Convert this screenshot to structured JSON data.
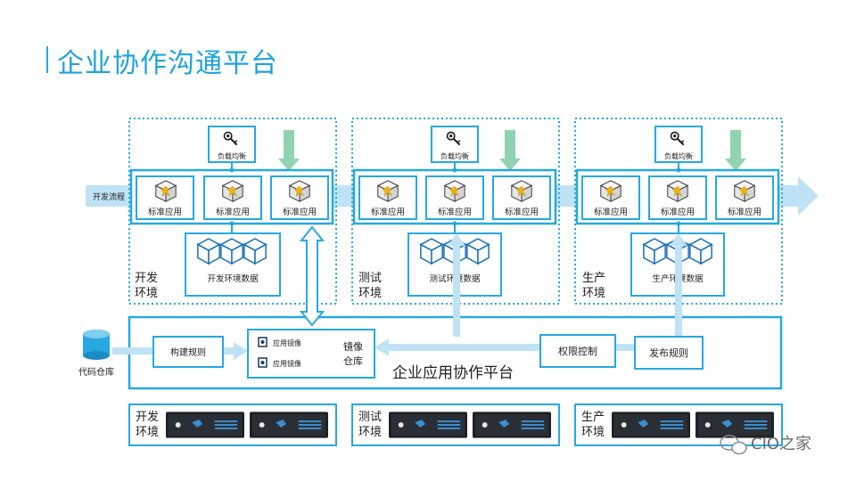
{
  "title": "企业协作沟通平台",
  "colors": {
    "accent": "#27a8e0",
    "arrow": "#bfe3f4",
    "green": "#8fd3b0",
    "server": "#1e2228",
    "cube_line": "#1a6fb8"
  },
  "icons": {
    "load_balancer": "key-gear-icon",
    "app": "gold-cube-icon",
    "data": "blue-cubes-icon",
    "repo": "database-cylinder-icon",
    "server": "rack-server-icon"
  },
  "flow_label": "开发流程",
  "load_balancer_label": "负载均衡",
  "app_label": "标准应用",
  "environments": [
    {
      "name_line1": "开发",
      "name_line2": "环境",
      "data_label": "开发环境数据"
    },
    {
      "name_line1": "测试",
      "name_line2": "环境",
      "data_label": "测试环境数据"
    },
    {
      "name_line1": "生产",
      "name_line2": "环境",
      "data_label": "生产环境数据"
    }
  ],
  "platform": {
    "title": "企业应用协作平台",
    "repo_label": "代码仓库",
    "build_rules": "构建规则",
    "image_item1": "应用镜像",
    "image_item2": "应用镜像",
    "image_repo_line1": "镜像",
    "image_repo_line2": "仓库",
    "permission": "权限控制",
    "release_rules": "发布规则"
  },
  "servers": [
    {
      "name_line1": "开发",
      "name_line2": "环境"
    },
    {
      "name_line1": "测试",
      "name_line2": "环境"
    },
    {
      "name_line1": "生产",
      "name_line2": "环境"
    }
  ],
  "watermark": "CIO之家"
}
